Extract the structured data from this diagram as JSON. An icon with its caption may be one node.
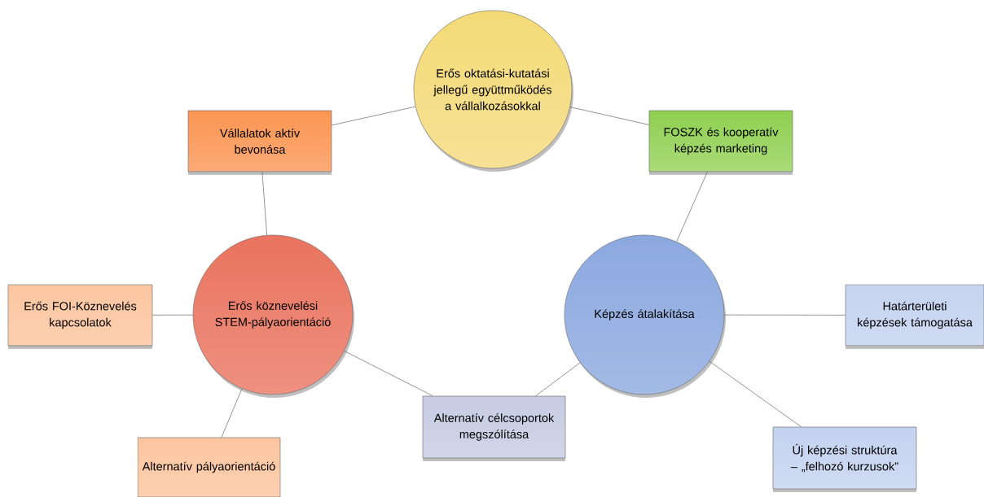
{
  "diagram": {
    "nodes": [
      {
        "text": [
          "Erős oktatási-kutatási jellegű együttműködés a vállalkozásokkal"
        ]
      },
      {
        "text": [
          "Vállalatok aktív bevonása"
        ]
      },
      {
        "text": [
          "FOSZK és kooperatív képzés marketing"
        ]
      },
      {
        "text": [
          "Erős köznevelési STEM-pályaorientáció"
        ]
      },
      {
        "text": [
          "Képzés átalakítása"
        ]
      },
      {
        "text": [
          "Erős FOI-Köznevelés kapcsolatok"
        ]
      },
      {
        "text": [
          "Határterületi képzések támogatása"
        ]
      },
      {
        "text": [
          "Alternatív célcsoportok megszólítása"
        ]
      },
      {
        "text": [
          "Alternatív pályaorientáció"
        ]
      },
      {
        "text": [
          "Új képzési struktúra – „felhozó kurzusok”"
        ]
      }
    ],
    "edges": [
      {
        "from": 0,
        "to": 1,
        "arrow": "none"
      },
      {
        "from": 0,
        "to": 2,
        "arrow": "none"
      },
      {
        "from": 1,
        "to": 3,
        "arrow": "none"
      },
      {
        "from": 2,
        "to": 4,
        "arrow": "none"
      },
      {
        "from": 3,
        "to": 5,
        "arrow": "none"
      },
      {
        "from": 3,
        "to": 8,
        "arrow": "none"
      },
      {
        "from": 3,
        "to": 7,
        "arrow": "none"
      },
      {
        "from": 4,
        "to": 7,
        "arrow": "none"
      },
      {
        "from": 4,
        "to": 6,
        "arrow": "none"
      },
      {
        "from": 4,
        "to": 9,
        "arrow": "none"
      }
    ]
  }
}
